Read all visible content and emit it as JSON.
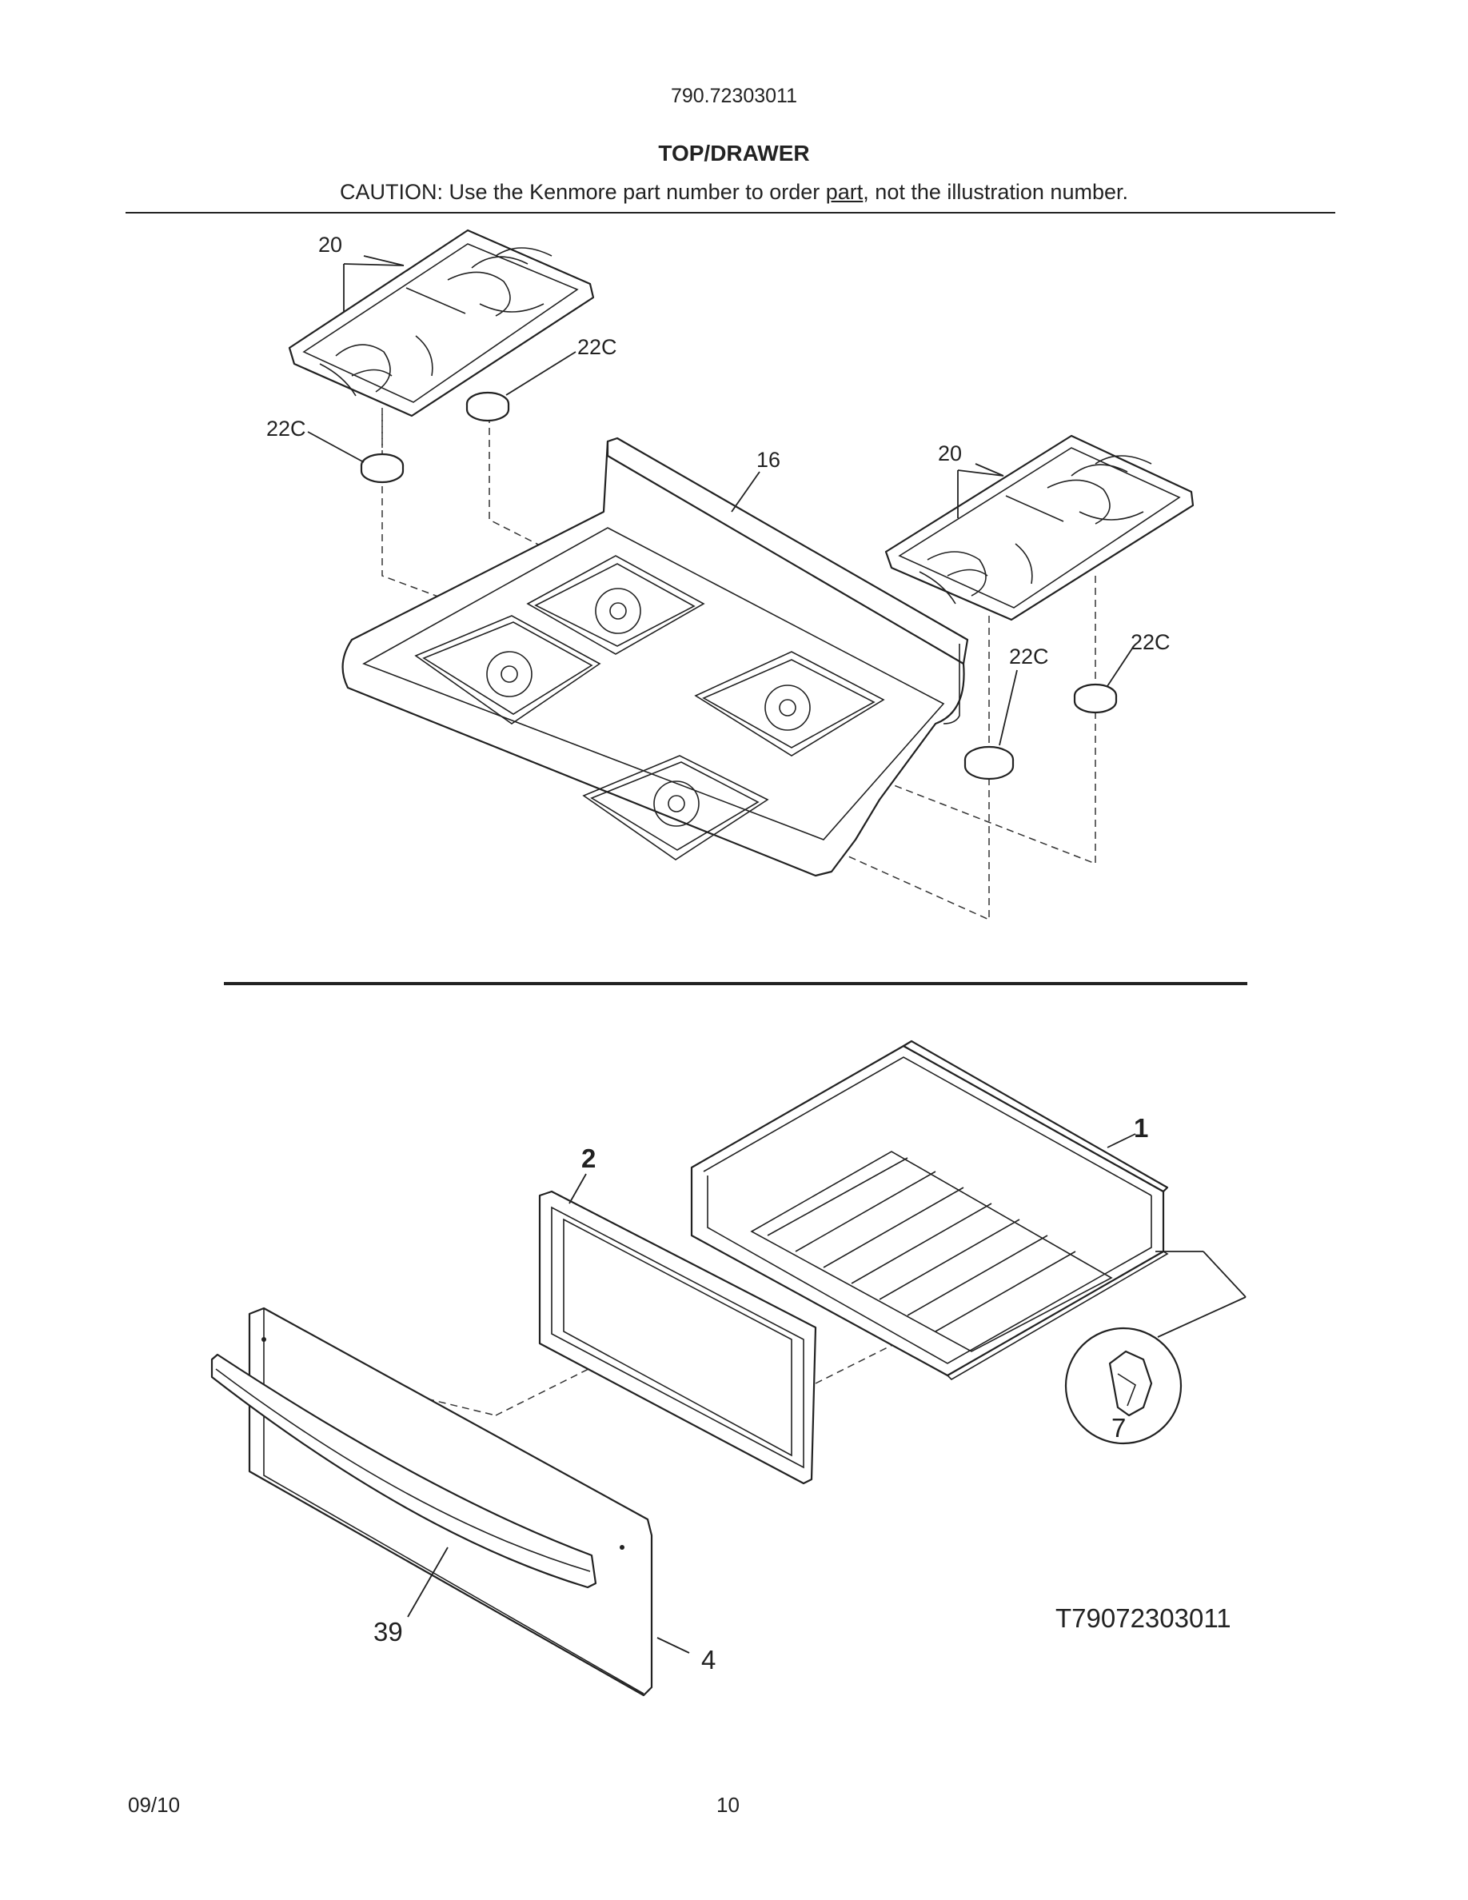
{
  "header": {
    "model_number": "790.72303011",
    "section_title": "TOP/DRAWER",
    "caution_prefix": "CAUTION: Use the Kenmore part number to order ",
    "caution_link": "part",
    "caution_suffix": ", not the illustration number."
  },
  "callouts": {
    "grate_left": "20",
    "cap_left_upper": "22C",
    "cap_left_lower": "22C",
    "cooktop": "16",
    "grate_right": "20",
    "cap_right_mid": "22C",
    "cap_right_far": "22C",
    "drawer_body": "1",
    "drawer_panel": "2",
    "drawer_clip": "7",
    "drawer_handle": "39",
    "drawer_front": "4"
  },
  "drawing_id": "T79072303011",
  "footer": {
    "date": "09/10",
    "page_number": "10"
  }
}
